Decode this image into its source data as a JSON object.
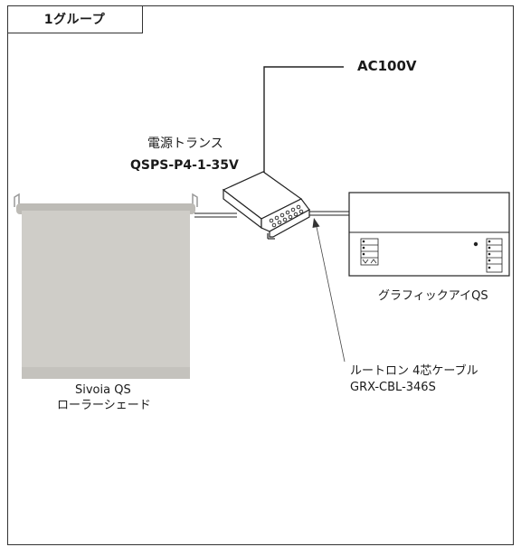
{
  "group": {
    "label": "1グループ"
  },
  "power": {
    "label": "AC100V"
  },
  "transformer": {
    "name": "電源トランス",
    "model": "QSPS-P4-1-35V"
  },
  "keypad": {
    "name": "グラフィックアイQS"
  },
  "shade": {
    "line1": "Sivoia QS",
    "line2": "ローラーシェード"
  },
  "cable": {
    "line1": "ルートロン 4芯ケーブル",
    "line2": "GRX-CBL-346S"
  },
  "colors": {
    "line": "#222222",
    "shade_fabric": "#cfcdc8",
    "shade_bar": "#bdbbb6"
  }
}
